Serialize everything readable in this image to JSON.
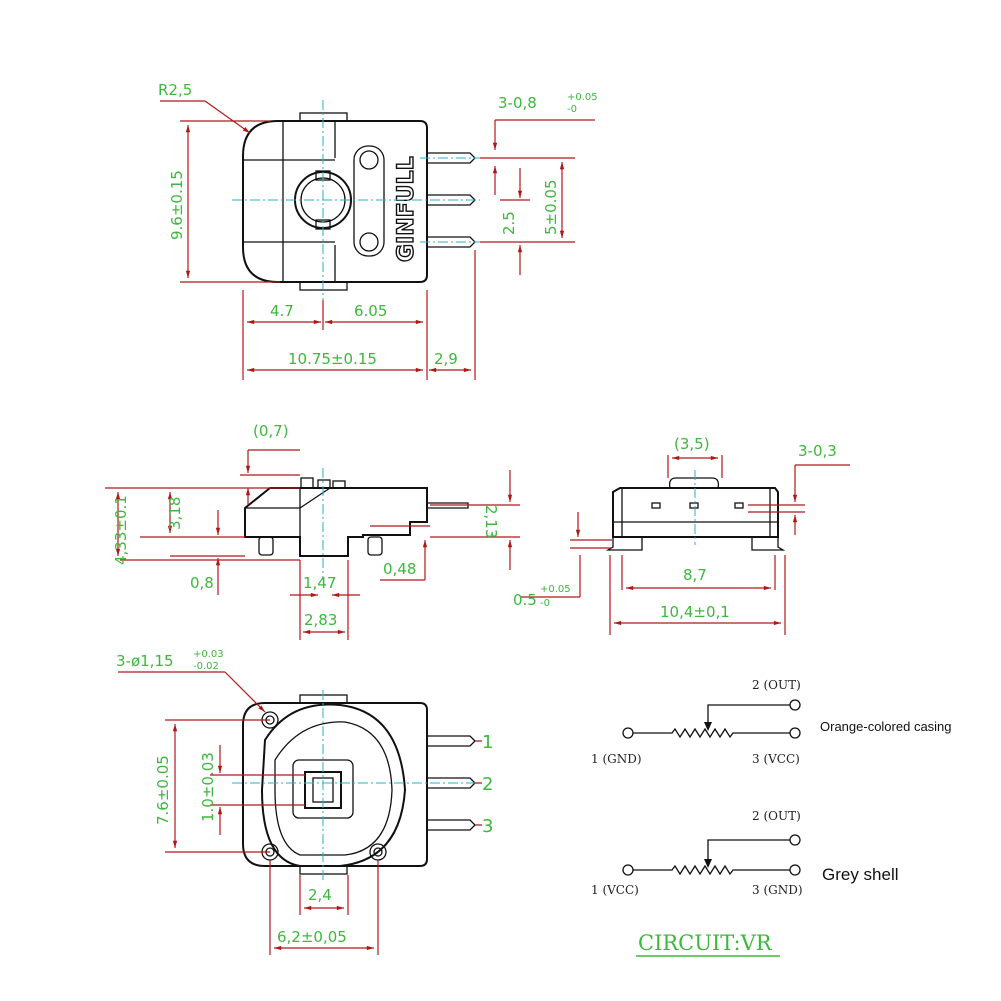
{
  "top_view": {
    "radius_label": "R2,5",
    "pin_size_label": "3-0,8",
    "pin_tol_plus": "+0.05",
    "pin_tol_minus": "-0",
    "height_label": "9.6±0.15",
    "pitch_label": "2.5",
    "span_label": "5±0.05",
    "left_label": "4.7",
    "right_label": "6.05",
    "width_label": "10.75±0.15",
    "pin_length_label": "2,9",
    "brand": "GINFULL"
  },
  "side_view": {
    "offset_label": "(0,7)",
    "total_height_label": "4,33±0.1",
    "body_height_label": "3,18",
    "pin_height_label": "2,13",
    "foot_label": "0,8",
    "shaft_label": "1,47",
    "step_label": "0,48",
    "shaft_width_label": "2,83"
  },
  "front_view": {
    "top_label": "(3,5)",
    "pin_label": "3-0,3",
    "standoff_label": "0.5",
    "standoff_plus": "+0.05",
    "standoff_minus": "-0",
    "inner_label": "8,7",
    "width_label": "10,4±0,1"
  },
  "bottom_view": {
    "hole_label": "3-ø1,15",
    "hole_plus": "+0.03",
    "hole_minus": "-0.02",
    "height_label": "7.6±0.05",
    "slot_label": "1.0±0.03",
    "slot_width_label": "2,4",
    "width_label": "6,2±0,05",
    "pins": [
      "1",
      "2",
      "3"
    ]
  },
  "circuits": [
    {
      "wiper": "2 (OUT)",
      "left": "1 (GND)",
      "right": "3 (VCC)",
      "caption": "Orange-colored casing"
    },
    {
      "wiper": "2 (OUT)",
      "left": "1 (VCC)",
      "right": "3 (GND)",
      "caption": "Grey shell"
    }
  ],
  "circuit_title": "CIRCUIT:VR",
  "colors": {
    "dimension": "#b01818",
    "text": "#3cb83c",
    "centerline": "#2ab0c8"
  }
}
